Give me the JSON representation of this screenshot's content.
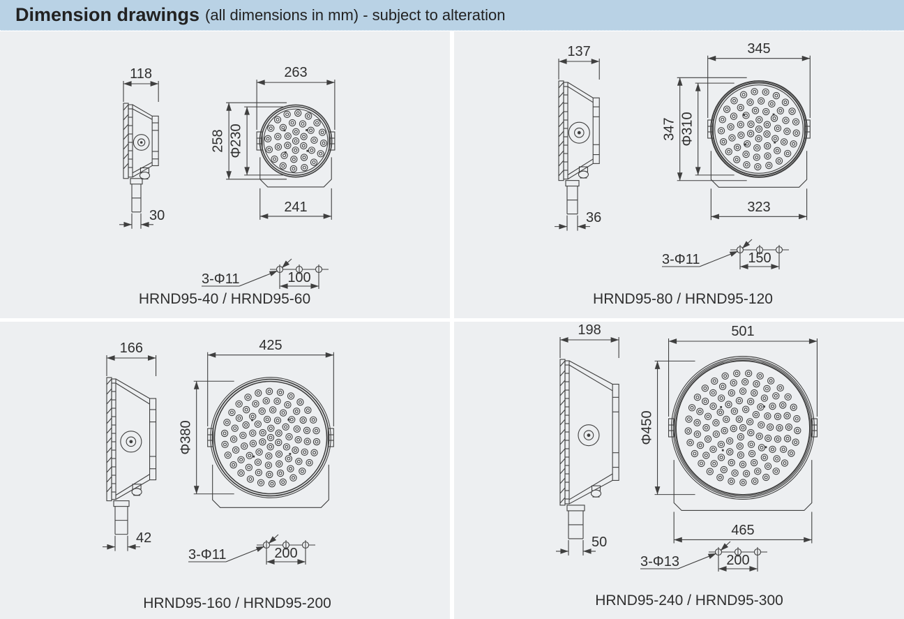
{
  "header": {
    "title": "Dimension drawings",
    "subtitle": "(all dimensions in mm) - subject to alteration"
  },
  "colors": {
    "header_bg": "#b9d2e5",
    "panel_bg": "#edeff1",
    "line": "#3f3f3f",
    "text": "#2f2f2f",
    "gutter": "#ffffff"
  },
  "drawings": [
    {
      "model": "HRND95-40 / HRND95-60",
      "side_width": "118",
      "stem_width": "30",
      "front_width": "263",
      "front_height": "258",
      "lens_dia": "Φ230",
      "bracket_width": "241",
      "holes_label": "3-Φ11",
      "hole_span": "100",
      "mm": {
        "side_width": 118,
        "stem_width": 30,
        "front_width": 263,
        "front_height": 258,
        "lens": 230,
        "bracket": 241
      },
      "led_rings": [
        [
          0,
          1
        ],
        [
          0.33,
          6
        ],
        [
          0.66,
          11
        ],
        [
          1,
          16
        ]
      ]
    },
    {
      "model": "HRND95-80 / HRND95-120",
      "side_width": "137",
      "stem_width": "36",
      "front_width": "345",
      "front_height": "347",
      "lens_dia": "Φ310",
      "bracket_width": "323",
      "holes_label": "3-Φ11",
      "hole_span": "150",
      "mm": {
        "side_width": 137,
        "stem_width": 36,
        "front_width": 345,
        "front_height": 347,
        "lens": 310,
        "bracket": 323
      },
      "led_rings": [
        [
          0,
          1
        ],
        [
          0.25,
          6
        ],
        [
          0.5,
          11
        ],
        [
          0.75,
          16
        ],
        [
          1,
          21
        ]
      ]
    },
    {
      "model": "HRND95-160 / HRND95-200",
      "side_width": "166",
      "stem_width": "42",
      "front_width": "425",
      "front_height": null,
      "lens_dia": "Φ380",
      "bracket_width": null,
      "holes_label": "3-Φ11",
      "hole_span": "200",
      "mm": {
        "side_width": 166,
        "stem_width": 42,
        "front_width": 425,
        "front_height": null,
        "lens": 380,
        "bracket": null
      },
      "led_rings": [
        [
          0,
          1
        ],
        [
          0.2,
          6
        ],
        [
          0.4,
          11
        ],
        [
          0.6,
          16
        ],
        [
          0.8,
          21
        ],
        [
          1,
          26
        ]
      ]
    },
    {
      "model": "HRND95-240 / HRND95-300",
      "side_width": "198",
      "stem_width": "50",
      "front_width": "501",
      "front_height": null,
      "lens_dia": "Φ450",
      "bracket_width": "465",
      "holes_label": "3-Φ13",
      "hole_span": "200",
      "mm": {
        "side_width": 198,
        "stem_width": 50,
        "front_width": 501,
        "front_height": null,
        "lens": 450,
        "bracket": 465
      },
      "led_rings": [
        [
          0,
          1
        ],
        [
          0.17,
          5
        ],
        [
          0.34,
          10
        ],
        [
          0.5,
          15
        ],
        [
          0.67,
          20
        ],
        [
          0.84,
          25
        ],
        [
          1,
          29
        ]
      ]
    }
  ]
}
